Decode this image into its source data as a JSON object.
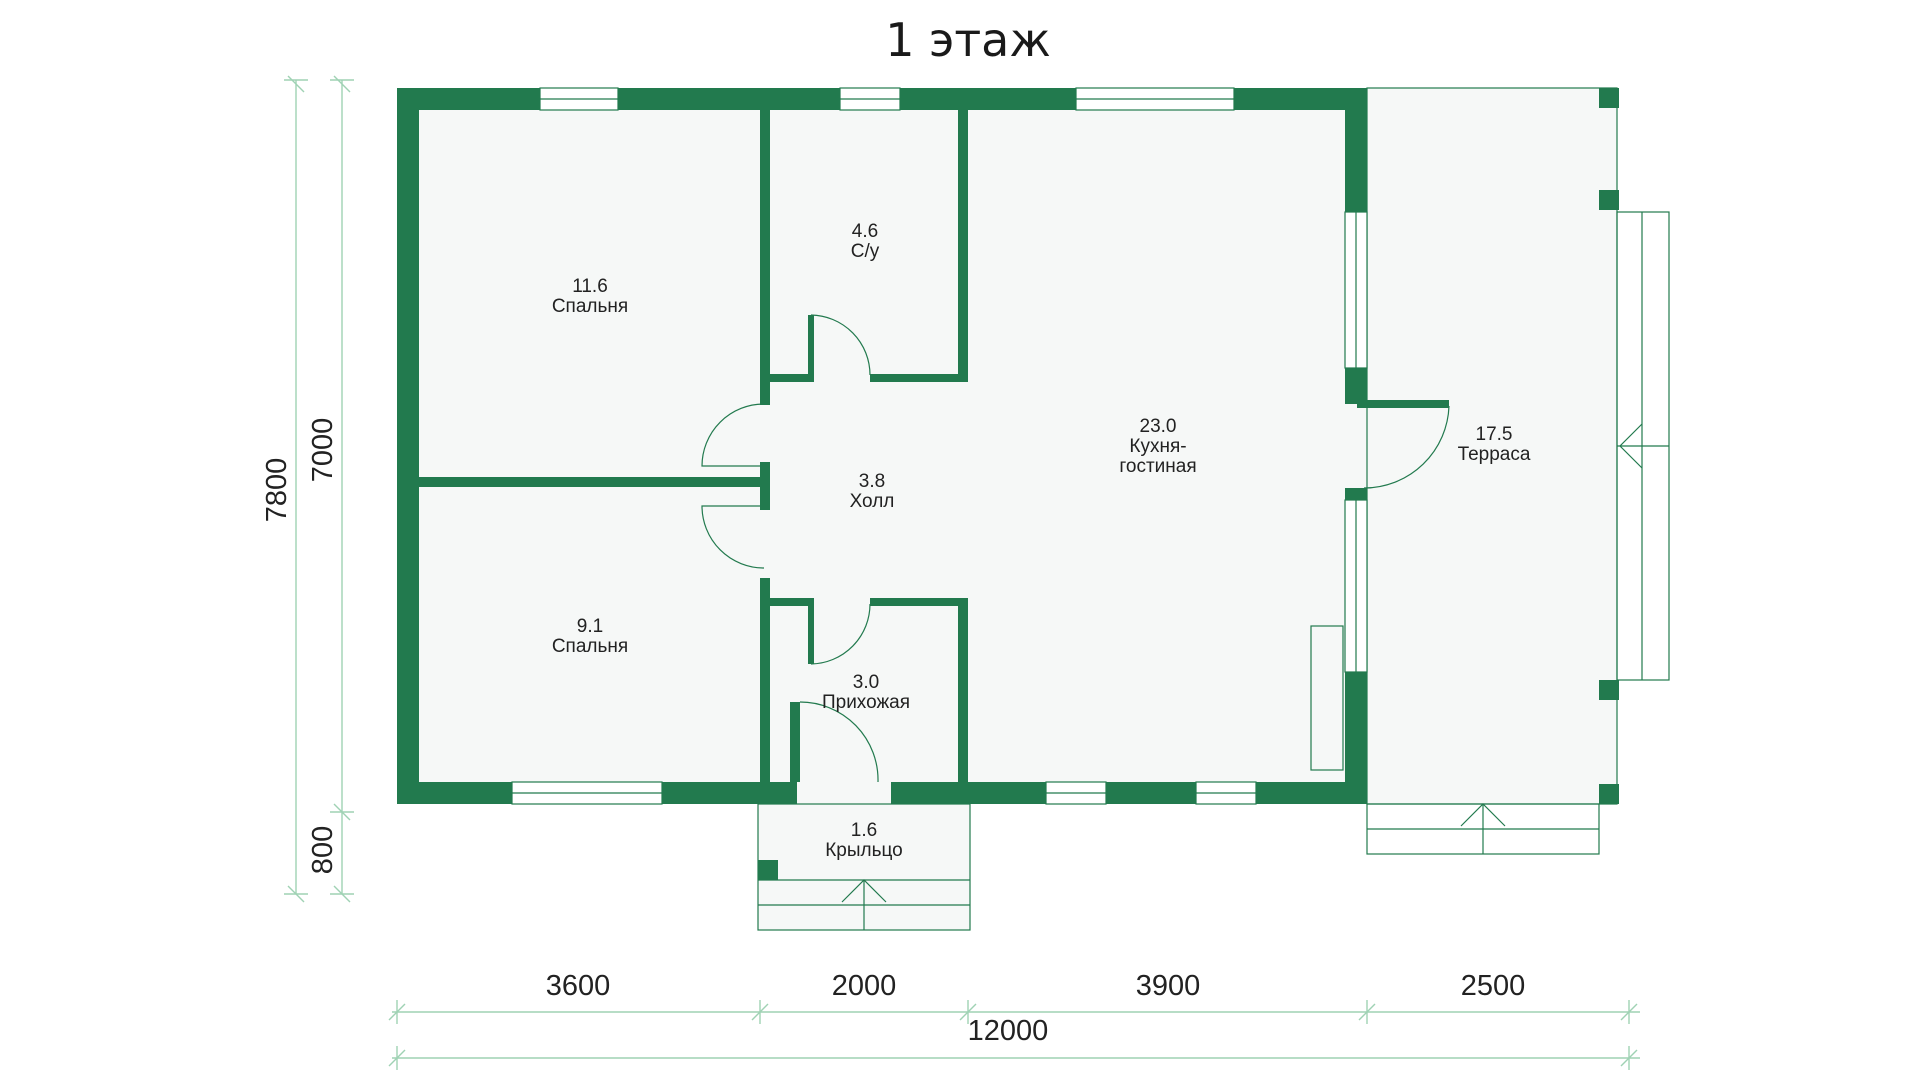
{
  "title": "1 этаж",
  "colors": {
    "wall": "#227a4e",
    "dimension_line": "#9fd2b4",
    "floor": "#f6f8f7",
    "text": "#222222"
  },
  "rooms": [
    {
      "id": "bedroom-1",
      "area": "11.6",
      "name": "Спальня"
    },
    {
      "id": "bathroom",
      "area": "4.6",
      "name": "С/у"
    },
    {
      "id": "kitchen-living",
      "area": "23.0",
      "name": "Кухня-",
      "name2": "гостиная"
    },
    {
      "id": "terrace",
      "area": "17.5",
      "name": "Терраса"
    },
    {
      "id": "hall",
      "area": "3.8",
      "name": "Холл"
    },
    {
      "id": "bedroom-2",
      "area": "9.1",
      "name": "Спальня"
    },
    {
      "id": "entrance-hall",
      "area": "3.0",
      "name": "Прихожая"
    },
    {
      "id": "porch",
      "area": "1.6",
      "name": "Крыльцо"
    }
  ],
  "dimensions": {
    "horizontal": [
      "3600",
      "2000",
      "3900",
      "2500"
    ],
    "total_width": "12000",
    "vertical_total": "7800",
    "vertical_house": "7000",
    "vertical_porch": "800"
  }
}
